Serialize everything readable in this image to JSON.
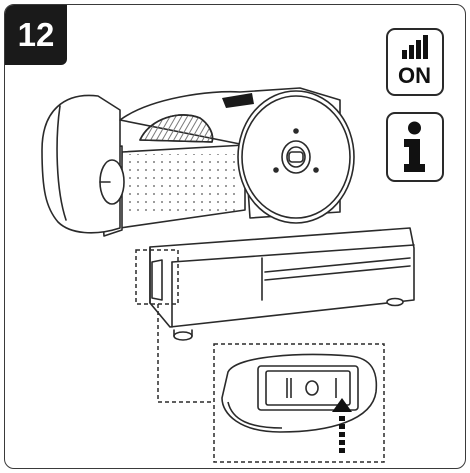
{
  "step": {
    "number": "12"
  },
  "power_icon": {
    "label": "ON",
    "icon": "signal-bars-icon"
  },
  "info_icon": {
    "icon": "info-icon"
  },
  "illustration": {
    "subject": "meat-slicer",
    "switch_marks": [
      "II",
      "O",
      "I"
    ]
  },
  "colors": {
    "line": "#2a2a2a",
    "badge": "#1a1a1a",
    "blade_hatch": "#7a7a7a"
  }
}
